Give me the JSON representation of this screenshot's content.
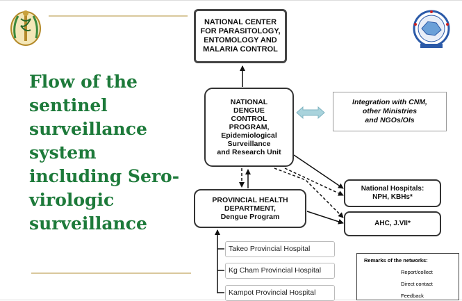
{
  "title": "Flow of the\nsentinel\nsurveillance\nsystem\nincluding Sero-\nvirologic\nsurveillance",
  "nodes": {
    "ncpemc": "NATIONAL CENTER\nFOR PARASITOLOGY,\nENTOMOLOGY AND\nMALARIA CONTROL",
    "ndcp": "NATIONAL\nDENGUE\nCONTROL\nPROGRAM,\nEpidemiological\nSurveillance\nand Research Unit",
    "integration": "Integration with CNM,\nother Ministries\nand NGOs/OIs",
    "phd": "PROVINCIAL HEALTH\nDEPARTMENT,\nDengue Program",
    "national_hospitals": "National Hospitals:\nNPH, KBHs*",
    "ahc": "AHC, J.VII*"
  },
  "hospitals": [
    "Takeo Provincial Hospital",
    "Kg Cham Provincial Hospital",
    "Kampot Provincial Hospital"
  ],
  "legend": {
    "title": "Remarks of the networks:",
    "items": [
      "Report/collect",
      "Direct contact",
      "Feedback"
    ]
  },
  "colors": {
    "title": "#1d7a3a",
    "rule": "#d9c89c",
    "arrow_double": "#a9d3dc"
  }
}
